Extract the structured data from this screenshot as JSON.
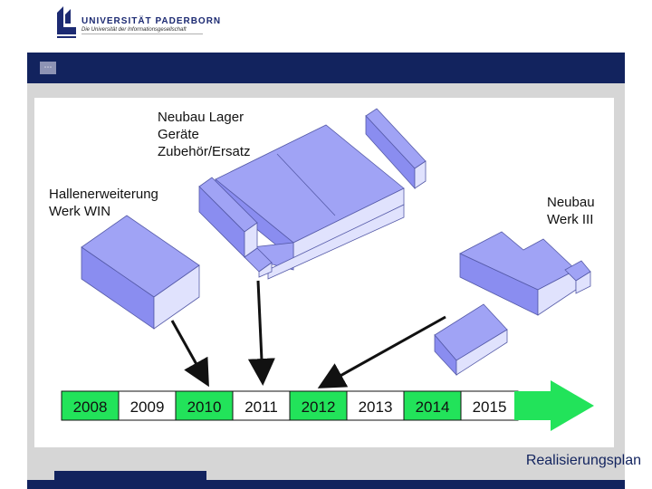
{
  "logo": {
    "name": "UNIVERSITÄT PADERBORN",
    "tagline": "Die Universität der Informationsgesellschaft"
  },
  "menu_icon": "menu-icon",
  "labels": {
    "lager": [
      "Neubau Lager",
      "Geräte",
      "Zubehör/Ersatz"
    ],
    "halle": [
      "Hallenerweiterung",
      "Werk WIN"
    ],
    "werk3": [
      "Neubau",
      "Werk III"
    ]
  },
  "timeline": {
    "years": [
      "2008",
      "2009",
      "2010",
      "2011",
      "2012",
      "2013",
      "2014",
      "2015"
    ],
    "highlighted": [
      "2008",
      "2010",
      "2012",
      "2014"
    ],
    "highlight_color": "#22e35a"
  },
  "colors": {
    "building_top": "#a0a3f5",
    "building_side": "#e0e2fd",
    "navy": "#12235e"
  },
  "caption": "Realisierungsplan"
}
